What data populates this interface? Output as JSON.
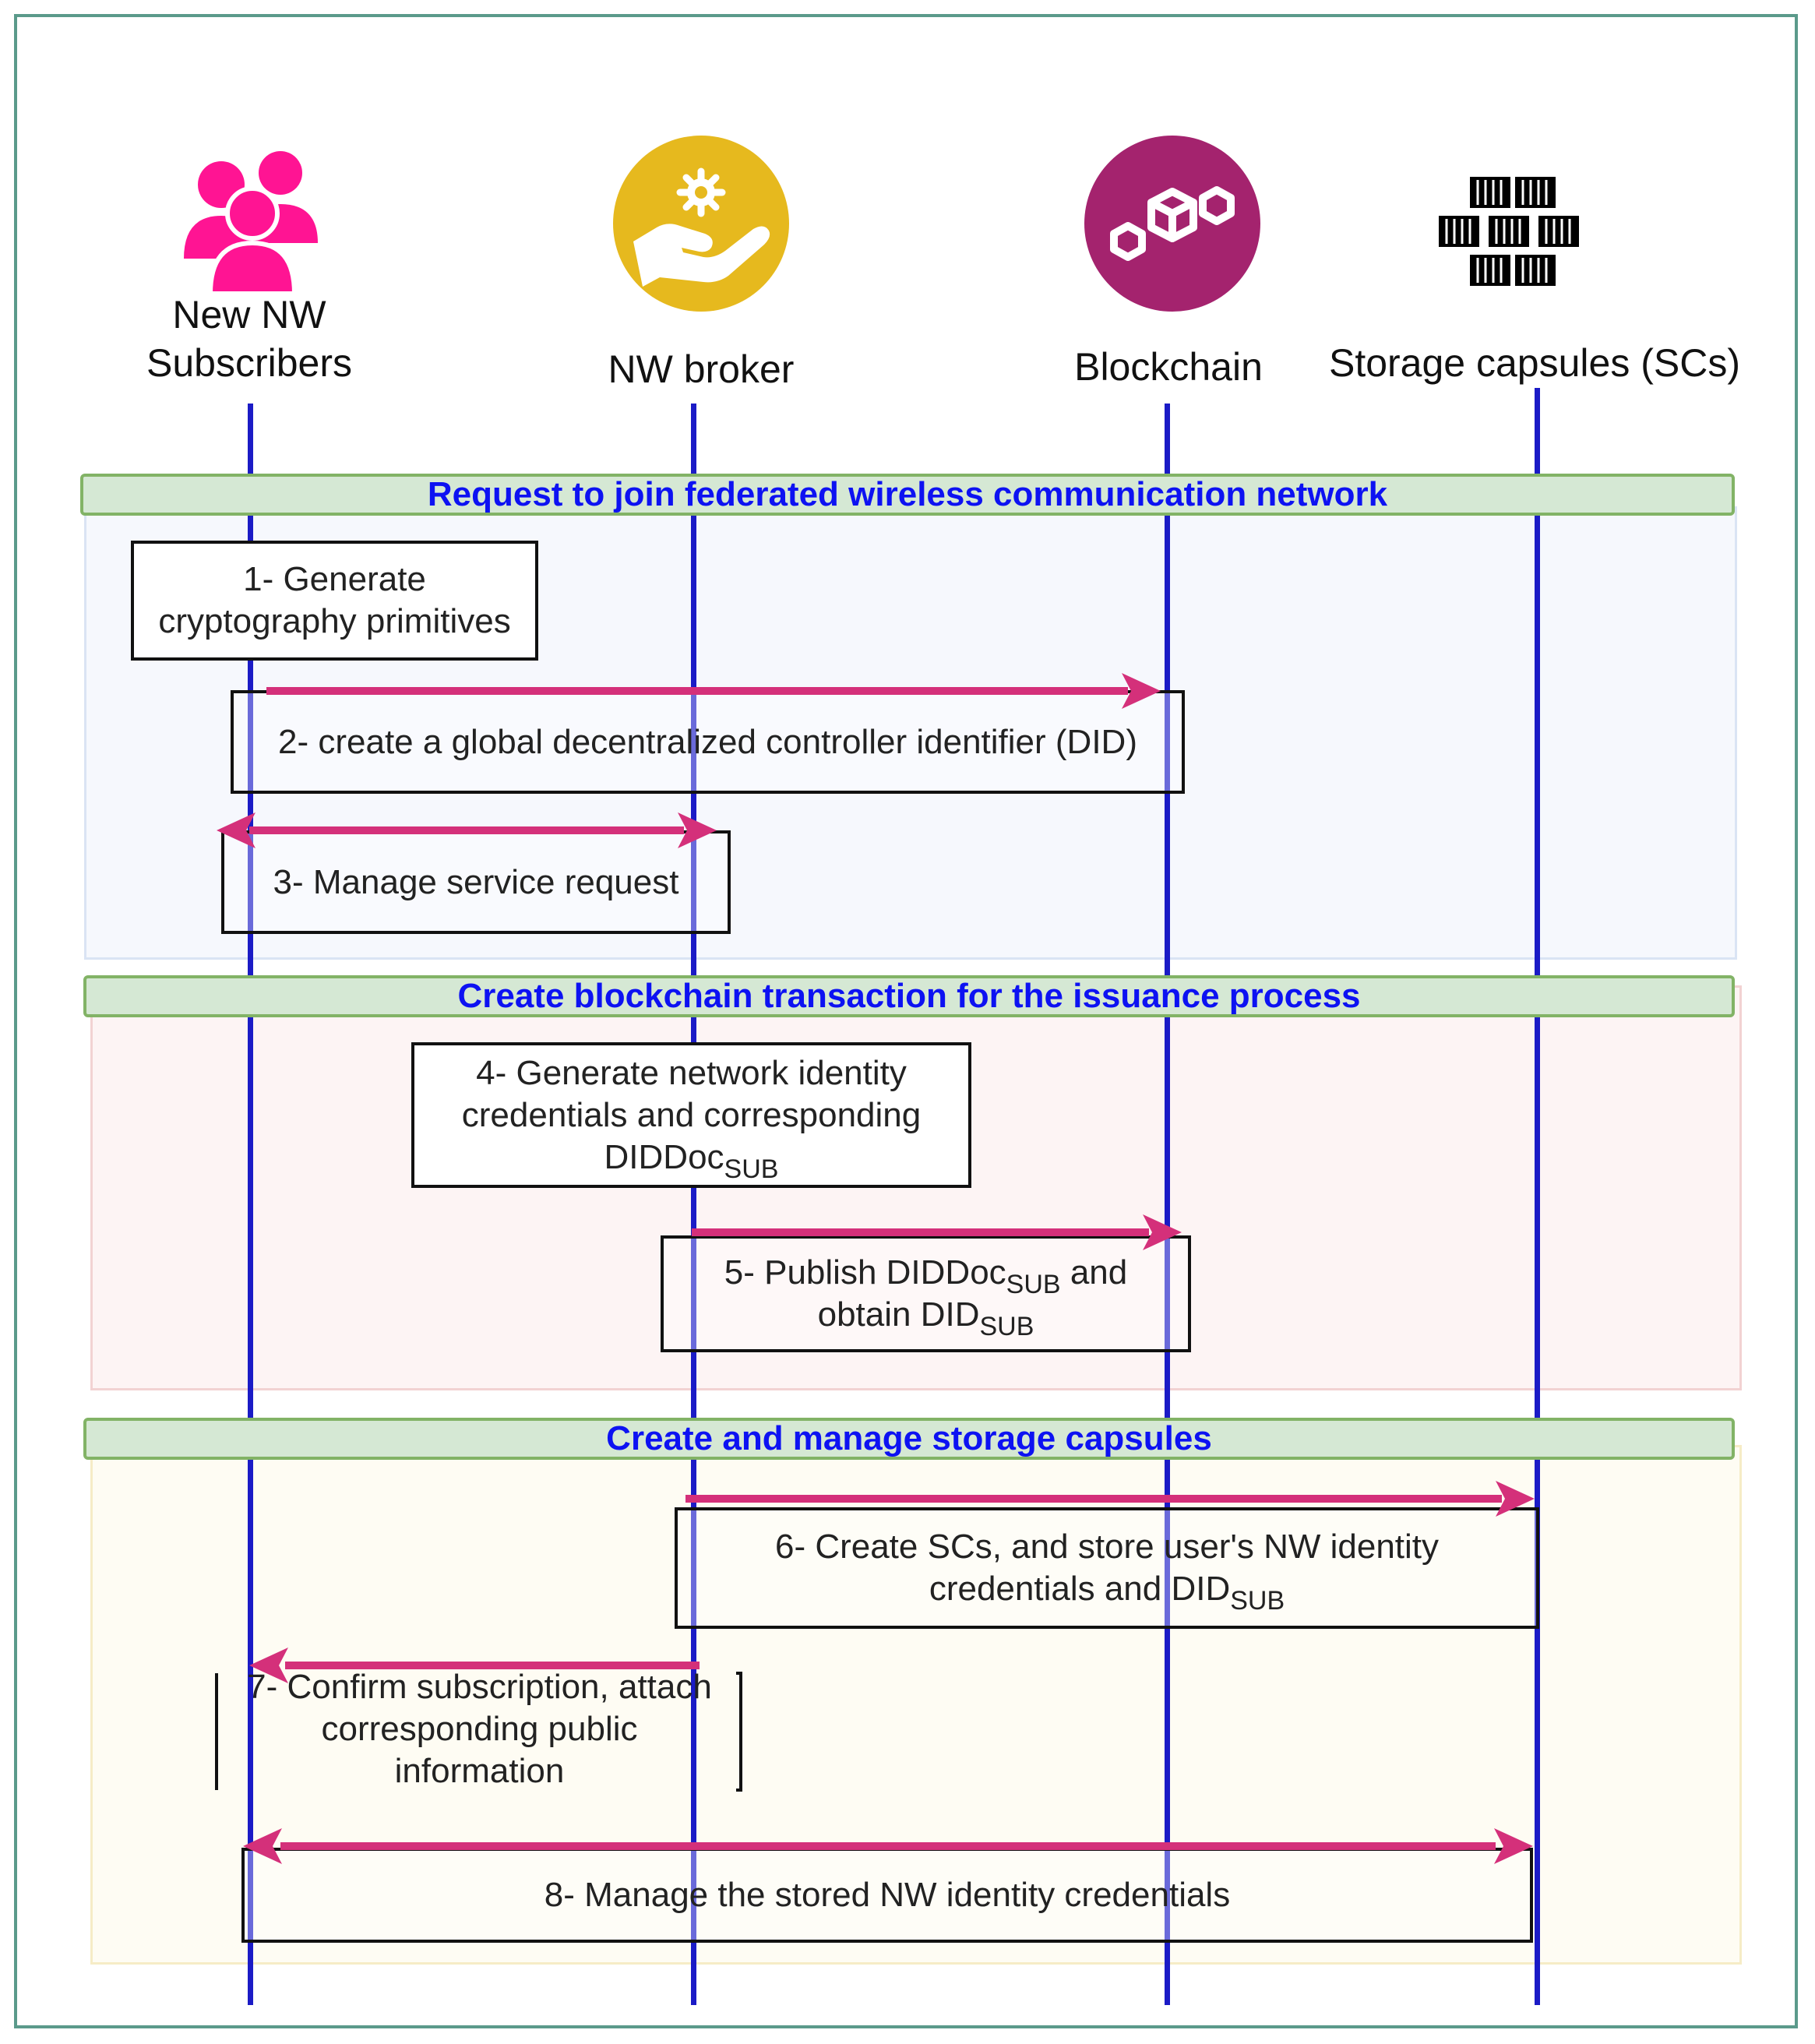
{
  "actors": [
    {
      "id": "subscribers",
      "label_line1": "New NW",
      "label_line2": "Subscribers",
      "icon": "users-icon",
      "icon_color": "#ff1493"
    },
    {
      "id": "broker",
      "label": "NW broker",
      "icon": "hand-gear-icon",
      "icon_color": "#e6b91e"
    },
    {
      "id": "blockchain",
      "label": "Blockchain",
      "icon": "blockchain-hexagon-icon",
      "icon_color": "#a4236e"
    },
    {
      "id": "storage",
      "label": "Storage capsules (SCs)",
      "icon": "container-stack-icon",
      "icon_color": "#111111"
    }
  ],
  "sections": [
    {
      "title": "Request to join federated wireless communication network",
      "bg_color": "#f6f8fd",
      "border_color": "#dae4f4"
    },
    {
      "title": "Create blockchain transaction for the issuance process",
      "bg_color": "#fdf4f4",
      "border_color": "#f2d2d2"
    },
    {
      "title": "Create and manage storage capsules",
      "bg_color": "#fefcf3",
      "border_color": "#f6ecc6"
    }
  ],
  "steps": {
    "s1": {
      "line1": "1- Generate",
      "line2": "cryptography primitives"
    },
    "s2": {
      "line1": "2- create a global decentralized controller identifier (DID)"
    },
    "s3": {
      "line1": "3- Manage service request"
    },
    "s4": {
      "line1": "4- Generate network identity",
      "line2": "credentials and corresponding",
      "line3": "DIDDoc",
      "line3_sub": "SUB"
    },
    "s5": {
      "line1": "5- Publish DIDDoc",
      "line1_sub": "SUB",
      "line1_tail": " and",
      "line2": "obtain DID",
      "line2_sub": "SUB"
    },
    "s6": {
      "line1": "6- Create SCs, and store user's NW identity",
      "line2": "credentials and DID",
      "line2_sub": "SUB"
    },
    "s7": {
      "line1": "7- Confirm subscription, attach",
      "line2": "corresponding public",
      "line3": "information"
    },
    "s8": {
      "line1": "8- Manage the stored NW identity credentials"
    }
  },
  "colors": {
    "lifeline": "#1b1bc6",
    "arrow": "#d4307a",
    "header_text": "#0d12f2",
    "header_fill": "#d5e8d4",
    "header_border": "#82b366",
    "frame": "#5b9a8b"
  }
}
